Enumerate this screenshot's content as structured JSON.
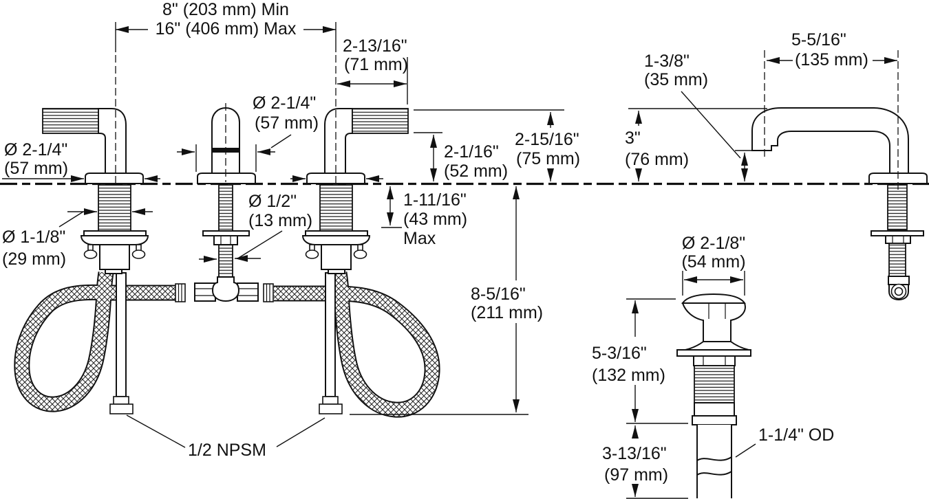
{
  "front_view": {
    "spread_min": "8\" (203 mm) Min",
    "spread_max": "16\" (406 mm) Max",
    "handle_reach": {
      "in": "2-13/16\"",
      "mm": "(71 mm)"
    },
    "handle_base_dia": {
      "in": "Ø 2-1/4\"",
      "mm": "(57 mm)"
    },
    "spout_base_dia": {
      "in": "Ø 2-1/4\"",
      "mm": "(57 mm)"
    },
    "shank_dia": {
      "in": "Ø 1-1/8\"",
      "mm": "(29 mm)"
    },
    "supply_rod_dia": {
      "in": "Ø 1/2\"",
      "mm": "(13 mm)"
    },
    "grip_clearance": {
      "in": "2-1/16\"",
      "mm": "(52 mm)"
    },
    "handle_height": {
      "in": "2-15/16\"",
      "mm": "(75 mm)"
    },
    "deck_thickness": {
      "in": "1-11/16\"",
      "mm": "(43 mm)",
      "note": "Max"
    },
    "supply_length": {
      "in": "8-5/16\"",
      "mm": "(211 mm)"
    },
    "supply_thread": "1/2 NPSM"
  },
  "spout_side_view": {
    "reach": {
      "in": "5-5/16\"",
      "mm": "(135 mm)"
    },
    "outlet_clearance": {
      "in": "1-3/8\"",
      "mm": "(35 mm)"
    },
    "spout_height": {
      "in": "3\"",
      "mm": "(76 mm)"
    }
  },
  "drain_view": {
    "flange_dia": {
      "in": "Ø 2-1/8\"",
      "mm": "(54 mm)"
    },
    "body_length": {
      "in": "5-3/16\"",
      "mm": "(132 mm)"
    },
    "tailpiece_length": {
      "in": "3-13/16\"",
      "mm": "(97 mm)"
    },
    "tailpiece_od": "1-1/4\" OD"
  },
  "colors": {
    "line": "#111111",
    "background": "#ffffff"
  }
}
